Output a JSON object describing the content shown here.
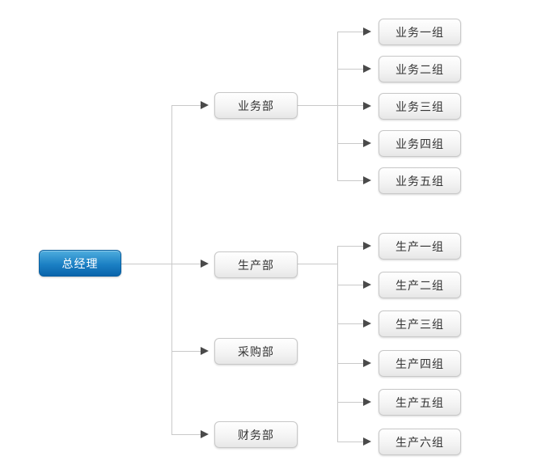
{
  "diagram": {
    "type": "org-chart",
    "root": {
      "label": "总经理"
    },
    "departments": [
      {
        "label": "业务部"
      },
      {
        "label": "生产部"
      },
      {
        "label": "采购部"
      },
      {
        "label": "财务部"
      }
    ],
    "business_groups": [
      {
        "label": "业务一组"
      },
      {
        "label": "业务二组"
      },
      {
        "label": "业务三组"
      },
      {
        "label": "业务四组"
      },
      {
        "label": "业务五组"
      }
    ],
    "production_groups": [
      {
        "label": "生产一组"
      },
      {
        "label": "生产二组"
      },
      {
        "label": "生产三组"
      },
      {
        "label": "生产四组"
      },
      {
        "label": "生产五组"
      },
      {
        "label": "生产六组"
      }
    ],
    "colors": {
      "canvas_bg": "#ffffff",
      "line": "#c9c9c9",
      "arrow": "#4a4a4a",
      "node_top": "#ffffff",
      "node_bottom": "#e7e7e7",
      "node_border": "#c8c8c8",
      "node_text": "#333333",
      "root_top": "#4fadde",
      "root_mid": "#1b80c4",
      "root_bottom": "#0a64ab",
      "root_border": "#0a5f9f",
      "root_text": "#ffffff"
    }
  }
}
